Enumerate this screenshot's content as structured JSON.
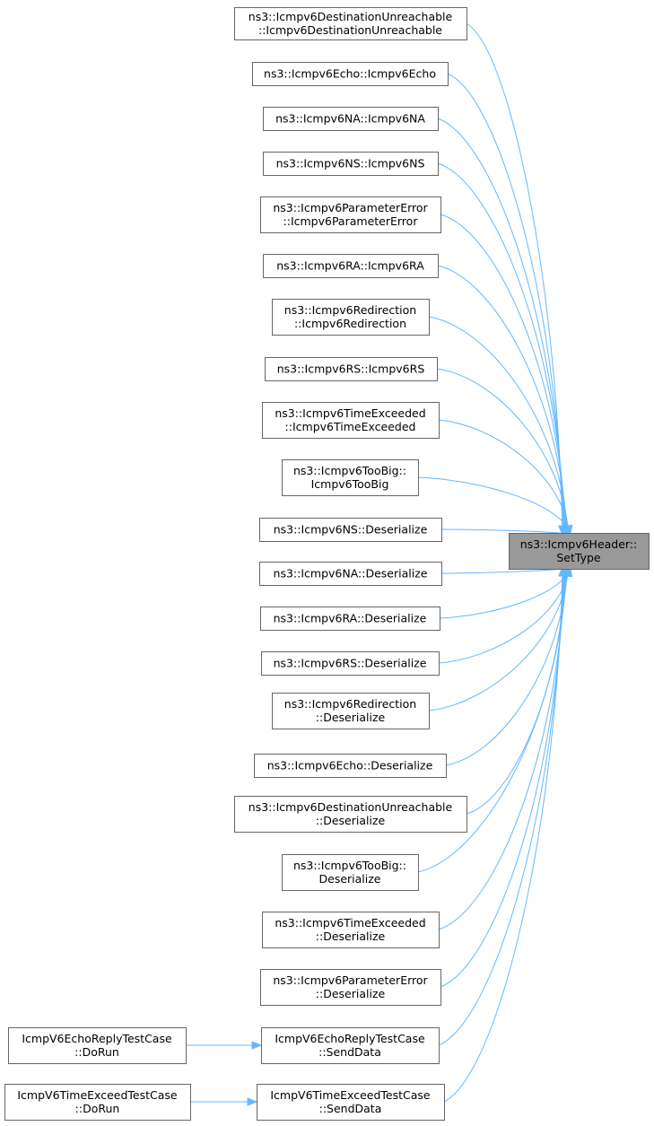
{
  "graph": {
    "target": {
      "id": "target",
      "lines": [
        "ns3::Icmpv6Header::",
        "SetType"
      ]
    },
    "callers": [
      {
        "id": "n1",
        "lines": [
          "ns3::Icmpv6DestinationUnreachable",
          "::Icmpv6DestinationUnreachable"
        ]
      },
      {
        "id": "n2",
        "lines": [
          "ns3::Icmpv6Echo::Icmpv6Echo"
        ]
      },
      {
        "id": "n3",
        "lines": [
          "ns3::Icmpv6NA::Icmpv6NA"
        ]
      },
      {
        "id": "n4",
        "lines": [
          "ns3::Icmpv6NS::Icmpv6NS"
        ]
      },
      {
        "id": "n5",
        "lines": [
          "ns3::Icmpv6ParameterError",
          "::Icmpv6ParameterError"
        ]
      },
      {
        "id": "n6",
        "lines": [
          "ns3::Icmpv6RA::Icmpv6RA"
        ]
      },
      {
        "id": "n7",
        "lines": [
          "ns3::Icmpv6Redirection",
          "::Icmpv6Redirection"
        ]
      },
      {
        "id": "n8",
        "lines": [
          "ns3::Icmpv6RS::Icmpv6RS"
        ]
      },
      {
        "id": "n9",
        "lines": [
          "ns3::Icmpv6TimeExceeded",
          "::Icmpv6TimeExceeded"
        ]
      },
      {
        "id": "n10",
        "lines": [
          "ns3::Icmpv6TooBig::",
          "Icmpv6TooBig"
        ]
      },
      {
        "id": "n11",
        "lines": [
          "ns3::Icmpv6NS::Deserialize"
        ]
      },
      {
        "id": "n12",
        "lines": [
          "ns3::Icmpv6NA::Deserialize"
        ]
      },
      {
        "id": "n13",
        "lines": [
          "ns3::Icmpv6RA::Deserialize"
        ]
      },
      {
        "id": "n14",
        "lines": [
          "ns3::Icmpv6RS::Deserialize"
        ]
      },
      {
        "id": "n15",
        "lines": [
          "ns3::Icmpv6Redirection",
          "::Deserialize"
        ]
      },
      {
        "id": "n16",
        "lines": [
          "ns3::Icmpv6Echo::Deserialize"
        ]
      },
      {
        "id": "n17",
        "lines": [
          "ns3::Icmpv6DestinationUnreachable",
          "::Deserialize"
        ]
      },
      {
        "id": "n18",
        "lines": [
          "ns3::Icmpv6TooBig::",
          "Deserialize"
        ]
      },
      {
        "id": "n19",
        "lines": [
          "ns3::Icmpv6TimeExceeded",
          "::Deserialize"
        ]
      },
      {
        "id": "n20",
        "lines": [
          "ns3::Icmpv6ParameterError",
          "::Deserialize"
        ]
      },
      {
        "id": "n21",
        "lines": [
          "IcmpV6EchoReplyTestCase",
          "::SendData"
        ]
      },
      {
        "id": "n22",
        "lines": [
          "IcmpV6TimeExceedTestCase",
          "::SendData"
        ]
      }
    ],
    "second_level": [
      {
        "id": "n23",
        "lines": [
          "IcmpV6EchoReplyTestCase",
          "::DoRun"
        ]
      },
      {
        "id": "n24",
        "lines": [
          "IcmpV6TimeExceedTestCase",
          "::DoRun"
        ]
      }
    ],
    "edges": [
      {
        "from": "n1",
        "to": "target"
      },
      {
        "from": "n2",
        "to": "target"
      },
      {
        "from": "n3",
        "to": "target"
      },
      {
        "from": "n4",
        "to": "target"
      },
      {
        "from": "n5",
        "to": "target"
      },
      {
        "from": "n6",
        "to": "target"
      },
      {
        "from": "n7",
        "to": "target"
      },
      {
        "from": "n8",
        "to": "target"
      },
      {
        "from": "n9",
        "to": "target"
      },
      {
        "from": "n10",
        "to": "target"
      },
      {
        "from": "n11",
        "to": "target"
      },
      {
        "from": "n12",
        "to": "target"
      },
      {
        "from": "n13",
        "to": "target"
      },
      {
        "from": "n14",
        "to": "target"
      },
      {
        "from": "n15",
        "to": "target"
      },
      {
        "from": "n16",
        "to": "target"
      },
      {
        "from": "n17",
        "to": "target"
      },
      {
        "from": "n18",
        "to": "target"
      },
      {
        "from": "n19",
        "to": "target"
      },
      {
        "from": "n20",
        "to": "target"
      },
      {
        "from": "n21",
        "to": "target"
      },
      {
        "from": "n22",
        "to": "target"
      },
      {
        "from": "n23",
        "to": "n21"
      },
      {
        "from": "n24",
        "to": "n22"
      }
    ],
    "colors": {
      "edge": "#63b8ff",
      "node_border": "#666666",
      "target_fill": "#999999",
      "node_fill": "#ffffff"
    }
  }
}
